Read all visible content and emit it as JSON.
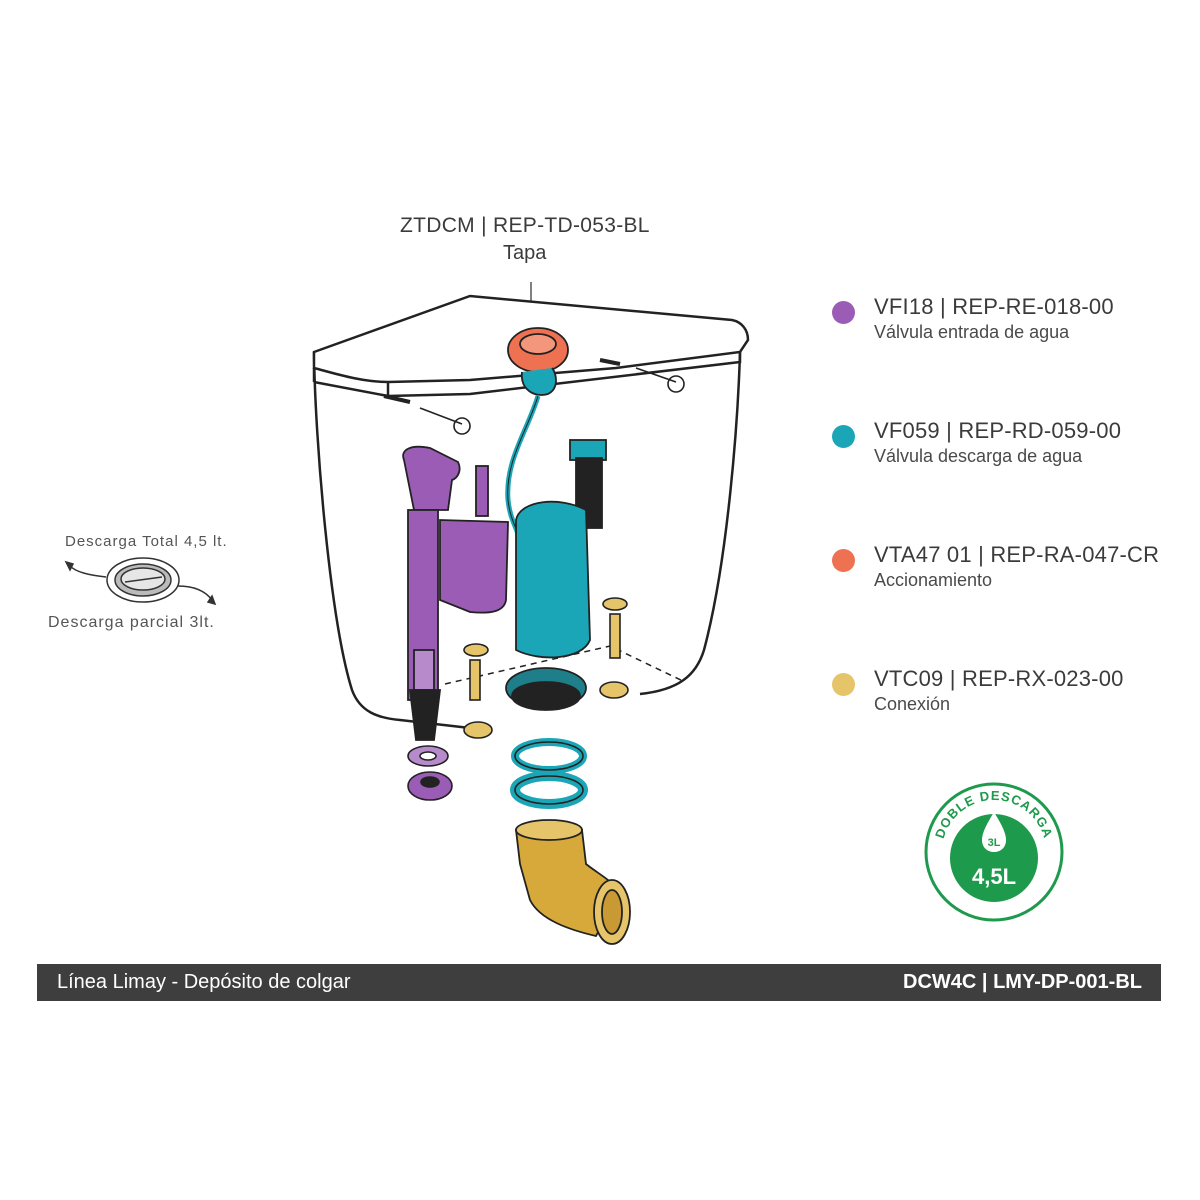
{
  "callout_top": {
    "code": "ZTDCM | REP-TD-053-BL",
    "name": "Tapa"
  },
  "legend": [
    {
      "code": "VFI18 | REP-RE-018-00",
      "name": "Válvula entrada de agua",
      "color": "#9a5cb5"
    },
    {
      "code": "VF059 | REP-RD-059-00",
      "name": "Válvula descarga de agua",
      "color": "#1aa6b7"
    },
    {
      "code": "VTA47 01 | REP-RA-047-CR",
      "name": "Accionamiento",
      "color": "#ee7152"
    },
    {
      "code": "VTC09 | REP-RX-023-00",
      "name": "Conexión",
      "color": "#e6c46a"
    }
  ],
  "flush_button": {
    "total": "Descarga Total 4,5 lt.",
    "partial": "Descarga parcial 3lt."
  },
  "badge": {
    "ring": "DOBLE DESCARGA",
    "small": "3L",
    "big": "4,5L",
    "color": "#1d9a4c"
  },
  "footer": {
    "left": "Línea Limay - Depósito de colgar",
    "right": "DCW4C | LMY-DP-001-BL"
  }
}
